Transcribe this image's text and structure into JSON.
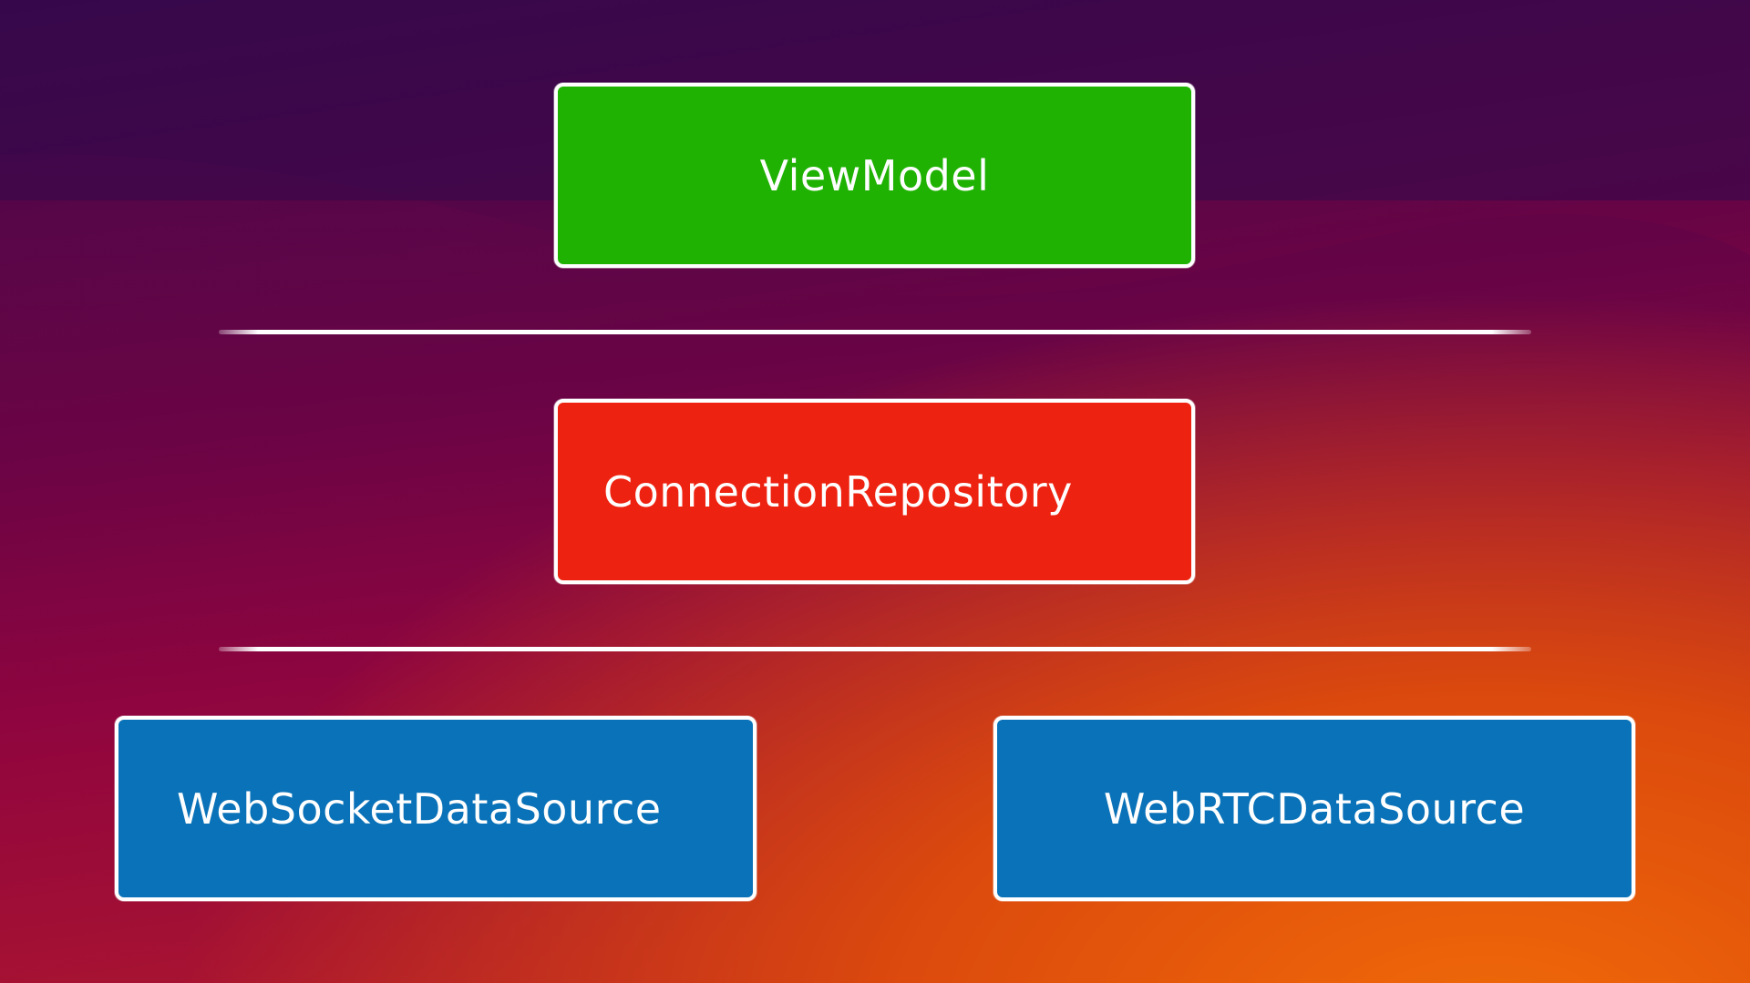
{
  "colors": {
    "bg_top": "#3a0a4e",
    "bg_mid": "#a0053a",
    "bg_bottom": "#e8650a",
    "viewmodel": "#1fb203",
    "repository": "#ee2210",
    "datasource": "#0a72b8",
    "stroke": "#ffffff"
  },
  "layers": {
    "top": {
      "label": "ViewModel"
    },
    "middle": {
      "label": "ConnectionRepository"
    },
    "bottom": [
      {
        "label": "WebSocketDataSource"
      },
      {
        "label": "WebRTCDataSource"
      }
    ]
  }
}
